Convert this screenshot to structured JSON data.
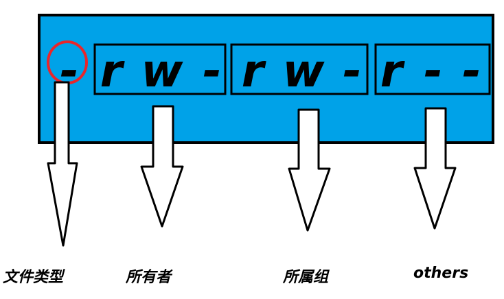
{
  "permission": {
    "type_char": "-",
    "owner_chars": [
      "r",
      "w",
      "-"
    ],
    "group_chars": [
      "r",
      "w",
      "-"
    ],
    "others_chars": [
      "r",
      "-",
      "-"
    ]
  },
  "labels": {
    "file_type": "文件类型",
    "owner": "所有者",
    "group": "所属组",
    "others": "others"
  },
  "colors": {
    "panel": "#00A2E8",
    "outline": "#000000",
    "highlight": "#E8262B",
    "arrow_fill": "#FFFFFF"
  }
}
